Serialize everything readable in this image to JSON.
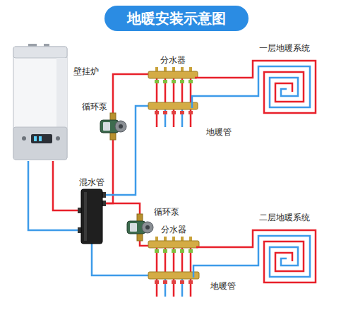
{
  "diagram": {
    "title": "地暖安装示意图",
    "nodes": [
      {
        "text": [
          "壁挂炉"
        ]
      },
      {
        "text": [
          "循环泵"
        ]
      },
      {
        "text": [
          "分水器"
        ]
      },
      {
        "text": [
          "一层地暖系统"
        ]
      },
      {
        "text": [
          "混水管"
        ]
      },
      {
        "text": [
          "循环泵"
        ]
      },
      {
        "text": [
          "分水器"
        ]
      },
      {
        "text": [
          "二层地暖系统"
        ]
      }
    ],
    "edges": [
      {
        "from": 0,
        "to": 4,
        "arrow": "none"
      },
      {
        "from": 4,
        "to": 0,
        "arrow": "none"
      },
      {
        "from": 4,
        "to": 1,
        "arrow": "none"
      },
      {
        "from": 1,
        "to": 2,
        "arrow": "none"
      },
      {
        "from": 2,
        "to": 4,
        "arrow": "none"
      },
      {
        "from": 2,
        "to": 3,
        "arrow": "none"
      },
      {
        "from": 3,
        "to": 2,
        "arrow": "none"
      },
      {
        "from": 4,
        "to": 5,
        "arrow": "none"
      },
      {
        "from": 5,
        "to": 6,
        "arrow": "none"
      },
      {
        "from": 6,
        "to": 4,
        "arrow": "none"
      },
      {
        "from": 6,
        "to": 7,
        "arrow": "none"
      },
      {
        "from": 7,
        "to": 6,
        "arrow": "none"
      }
    ],
    "labels": [
      "地暖管",
      "地暖管"
    ]
  }
}
